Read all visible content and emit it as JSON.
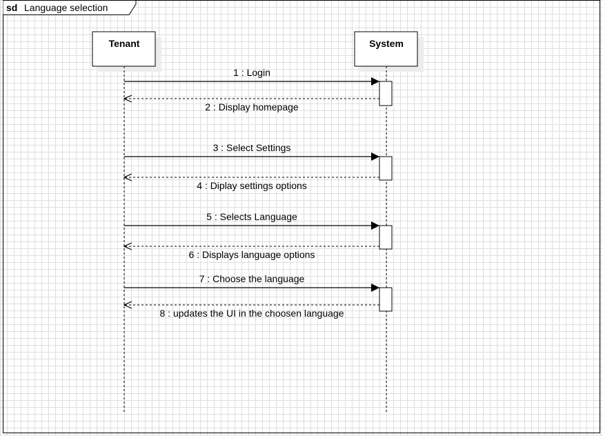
{
  "frame": {
    "keyword": "sd",
    "title": "Language selection"
  },
  "lifelines": [
    {
      "id": "tenant",
      "name": "Tenant"
    },
    {
      "id": "system",
      "name": "System"
    }
  ],
  "messages": [
    {
      "label": "1 : Login",
      "kind": "call",
      "from": "tenant",
      "to": "system"
    },
    {
      "label": "2 : Display homepage",
      "kind": "return",
      "from": "system",
      "to": "tenant"
    },
    {
      "label": "3 : Select Settings",
      "kind": "call",
      "from": "tenant",
      "to": "system"
    },
    {
      "label": "4 : Diplay settings options",
      "kind": "return",
      "from": "system",
      "to": "tenant"
    },
    {
      "label": "5 : Selects Language",
      "kind": "call",
      "from": "tenant",
      "to": "system"
    },
    {
      "label": "6 : Displays language options",
      "kind": "return",
      "from": "system",
      "to": "tenant"
    },
    {
      "label": "7 : Choose the language",
      "kind": "call",
      "from": "tenant",
      "to": "system"
    },
    {
      "label": "8 : updates the UI in the choosen language",
      "kind": "return",
      "from": "system",
      "to": "tenant"
    }
  ]
}
